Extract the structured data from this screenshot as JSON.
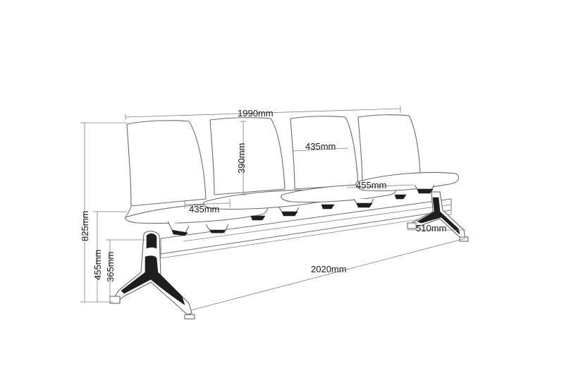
{
  "dimensions": {
    "overall_length": "1990mm",
    "backrest_height": "390mm",
    "backrest_width": "435mm",
    "seat_depth_right": "455mm",
    "seat_width_left": "435mm",
    "foot_depth": "510mm",
    "total_height": "825mm",
    "seat_height": "455mm",
    "beam_height": "365mm",
    "base_length": "2020mm"
  }
}
